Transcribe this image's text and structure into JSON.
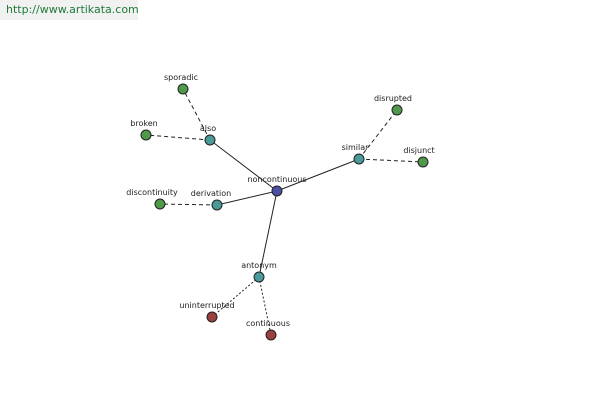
{
  "header": {
    "url": "http://www.artikata.com"
  },
  "colors": {
    "center": "#4b4fa6",
    "relation": "#4a9a9a",
    "synonym": "#4f9a4a",
    "antonym_word": "#9a4040",
    "url_text": "#1f7a3a"
  },
  "graph": {
    "nodes": [
      {
        "id": "noncontinuous",
        "label": "noncontinuous",
        "kind": "center"
      },
      {
        "id": "also",
        "label": "also",
        "kind": "relation"
      },
      {
        "id": "similar",
        "label": "similar",
        "kind": "relation"
      },
      {
        "id": "derivation",
        "label": "derivation",
        "kind": "relation"
      },
      {
        "id": "antonym",
        "label": "antonym",
        "kind": "relation"
      },
      {
        "id": "sporadic",
        "label": "sporadic",
        "kind": "synonym"
      },
      {
        "id": "broken",
        "label": "broken",
        "kind": "synonym"
      },
      {
        "id": "disrupted",
        "label": "disrupted",
        "kind": "synonym"
      },
      {
        "id": "disjunct",
        "label": "disjunct",
        "kind": "synonym"
      },
      {
        "id": "discontinuity",
        "label": "discontinuity",
        "kind": "synonym"
      },
      {
        "id": "uninterrupted",
        "label": "uninterrupted",
        "kind": "antonym_word"
      },
      {
        "id": "continuous",
        "label": "continuous",
        "kind": "antonym_word"
      }
    ],
    "edges": [
      {
        "from": "noncontinuous",
        "to": "also",
        "style": "solid"
      },
      {
        "from": "noncontinuous",
        "to": "similar",
        "style": "solid"
      },
      {
        "from": "noncontinuous",
        "to": "derivation",
        "style": "solid"
      },
      {
        "from": "noncontinuous",
        "to": "antonym",
        "style": "solid"
      },
      {
        "from": "also",
        "to": "sporadic",
        "style": "dashed"
      },
      {
        "from": "also",
        "to": "broken",
        "style": "dashed"
      },
      {
        "from": "similar",
        "to": "disrupted",
        "style": "dashed"
      },
      {
        "from": "similar",
        "to": "disjunct",
        "style": "dashed"
      },
      {
        "from": "derivation",
        "to": "discontinuity",
        "style": "dashed"
      },
      {
        "from": "antonym",
        "to": "uninterrupted",
        "style": "dotted"
      },
      {
        "from": "antonym",
        "to": "continuous",
        "style": "dotted"
      }
    ]
  }
}
